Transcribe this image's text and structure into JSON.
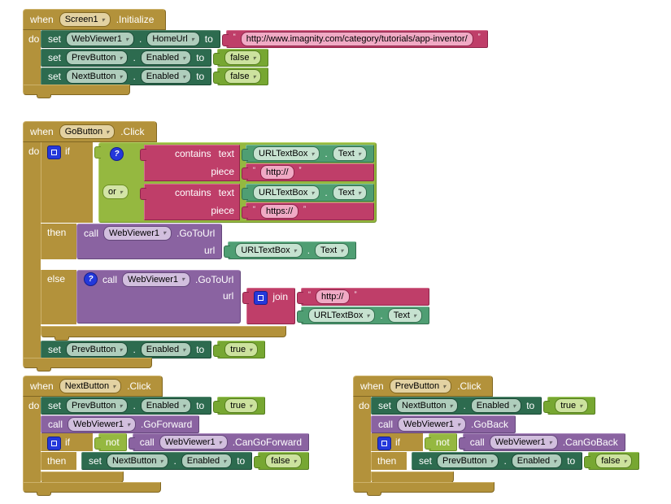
{
  "colors": {
    "canvas": "#FFFFFF",
    "event_gold": "#B3923B",
    "setter_green": "#2D6B4F",
    "getter_green": "#4F9E73",
    "method_purple": "#8A63A1",
    "text_crimson": "#BF3E69",
    "logic_green": "#95B840",
    "logic_value_green": "#77A732",
    "mutator_blue": "#2438DB"
  },
  "keywords": {
    "when": "when",
    "do": "do",
    "set": "set",
    "to": "to",
    "call": "call",
    "if": "if",
    "then": "then",
    "else": "else",
    "or": "or",
    "not": "not",
    "join": "join",
    "contains": "contains",
    "text": "text",
    "piece": "piece",
    "url": "url",
    "dot": ".",
    "quote_open": "“",
    "quote_close": "”"
  },
  "screen_init": {
    "component": "Screen1",
    "event": ".Initialize",
    "set_home": {
      "component": "WebViewer1",
      "property": "HomeUrl",
      "value": "http://www.imagnity.com/category/tutorials/app-inventor/"
    },
    "set_prev": {
      "component": "PrevButton",
      "property": "Enabled",
      "value": "false"
    },
    "set_next": {
      "component": "NextButton",
      "property": "Enabled",
      "value": "false"
    }
  },
  "go_click": {
    "component": "GoButton",
    "event": ".Click",
    "url_getter": {
      "component": "URLTextBox",
      "property": "Text"
    },
    "cond1_piece": "http://",
    "cond2_piece": "https://",
    "then_call": {
      "component": "WebViewer1",
      "method": ".GoToUrl"
    },
    "else_call": {
      "component": "WebViewer1",
      "method": ".GoToUrl"
    },
    "join_piece": "http://",
    "set_prev": {
      "component": "PrevButton",
      "property": "Enabled",
      "value": "true"
    }
  },
  "next_click": {
    "component": "NextButton",
    "event": ".Click",
    "set_prev": {
      "component": "PrevButton",
      "property": "Enabled",
      "value": "true"
    },
    "call_forward": {
      "component": "WebViewer1",
      "method": ".GoForward"
    },
    "call_can": {
      "component": "WebViewer1",
      "method": ".CanGoForward"
    },
    "then_set": {
      "component": "NextButton",
      "property": "Enabled",
      "value": "false"
    }
  },
  "prev_click": {
    "component": "PrevButton",
    "event": ".Click",
    "set_next": {
      "component": "NextButton",
      "property": "Enabled",
      "value": "true"
    },
    "call_back": {
      "component": "WebViewer1",
      "method": ".GoBack"
    },
    "call_can": {
      "component": "WebViewer1",
      "method": ".CanGoBack"
    },
    "then_set": {
      "component": "PrevButton",
      "property": "Enabled",
      "value": "false"
    }
  }
}
